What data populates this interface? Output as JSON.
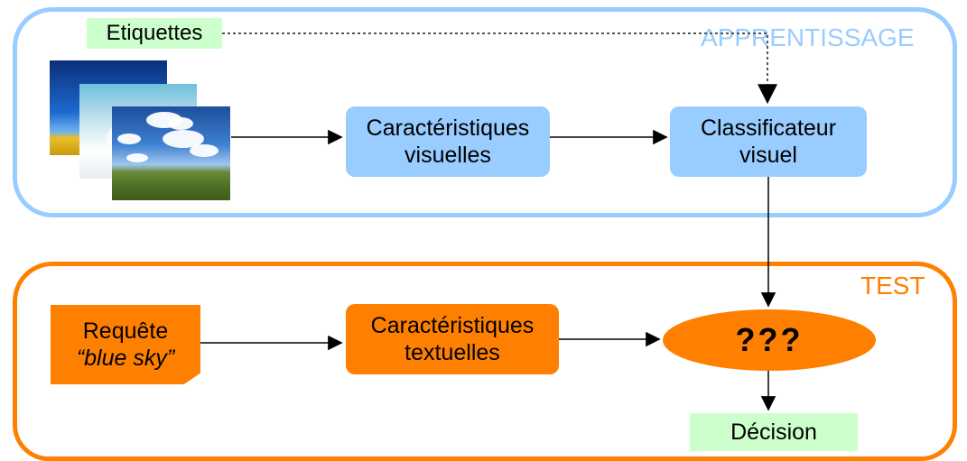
{
  "diagram": {
    "learning_stage": {
      "label": "APPRENTISSAGE",
      "color": "#99ccff"
    },
    "test_stage": {
      "label": "TEST",
      "color": "#ff8000"
    },
    "nodes": {
      "labels": "Etiquettes",
      "visual_features": {
        "line1": "Caractéristiques",
        "line2": "visuelles"
      },
      "visual_classifier": {
        "line1": "Classificateur",
        "line2": "visuel"
      },
      "query": {
        "line1": "Requête",
        "line2": "“blue sky”"
      },
      "text_features": {
        "line1": "Caractéristiques",
        "line2": "textuelles"
      },
      "unknown": "???",
      "decision": "Décision"
    },
    "colors": {
      "learn_box": "#99ccff",
      "test_box": "#ff8000",
      "label_box": "#ccffcc"
    }
  }
}
